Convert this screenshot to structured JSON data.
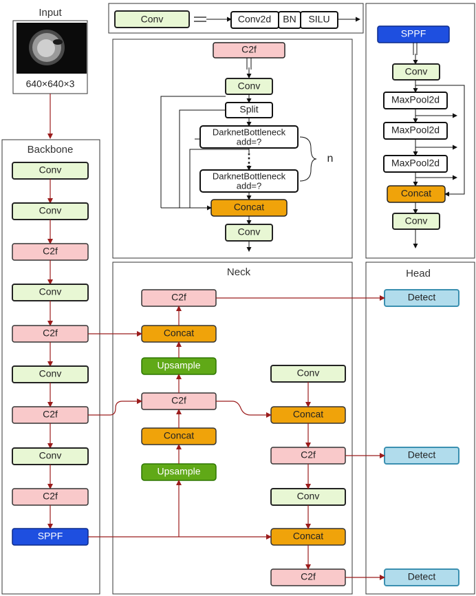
{
  "titles": {
    "input": "Input",
    "backbone": "Backbone",
    "neck": "Neck",
    "head": "Head"
  },
  "input": {
    "dims": "640×640×3"
  },
  "legend": {
    "conv": "Conv",
    "equals": "=",
    "conv2d": "Conv2d",
    "bn": "BN",
    "silu": "SILU"
  },
  "c2f_detail": {
    "title": "C2f",
    "conv_top": "Conv",
    "split": "Split",
    "bottleneck1_l1": "DarknetBottleneck",
    "bottleneck1_l2": "add=?",
    "dots": "⋮",
    "bottleneck2_l1": "DarknetBottleneck",
    "bottleneck2_l2": "add=?",
    "repeat": "n",
    "concat": "Concat",
    "conv_bottom": "Conv"
  },
  "sppf_detail": {
    "title": "SPPF",
    "conv_top": "Conv",
    "pool1": "MaxPool2d",
    "pool2": "MaxPool2d",
    "pool3": "MaxPool2d",
    "concat": "Concat",
    "conv_bottom": "Conv"
  },
  "backbone": [
    "Conv",
    "Conv",
    "C2f",
    "Conv",
    "C2f",
    "Conv",
    "C2f",
    "Conv",
    "C2f",
    "SPPF"
  ],
  "neck": {
    "left": {
      "c2f_top": "C2f",
      "concat_top": "Concat",
      "upsample_top": "Upsample",
      "c2f_mid": "C2f",
      "concat_low": "Concat",
      "upsample_low": "Upsample"
    },
    "right": {
      "conv1": "Conv",
      "concat1": "Concat",
      "c2f1": "C2f",
      "conv2": "Conv",
      "concat2": "Concat",
      "c2f2": "C2f"
    }
  },
  "head": [
    "Detect",
    "Detect",
    "Detect"
  ],
  "colors": {
    "conv": "#e8f7d4",
    "c2f": "#f9c9ca",
    "concat": "#f0a30a",
    "upsample": "#60a917",
    "sppf": "#1e4fe0",
    "detect": "#b1dcec",
    "detect_border": "#3a8fb0",
    "arrow_red": "#9b1c1c"
  }
}
